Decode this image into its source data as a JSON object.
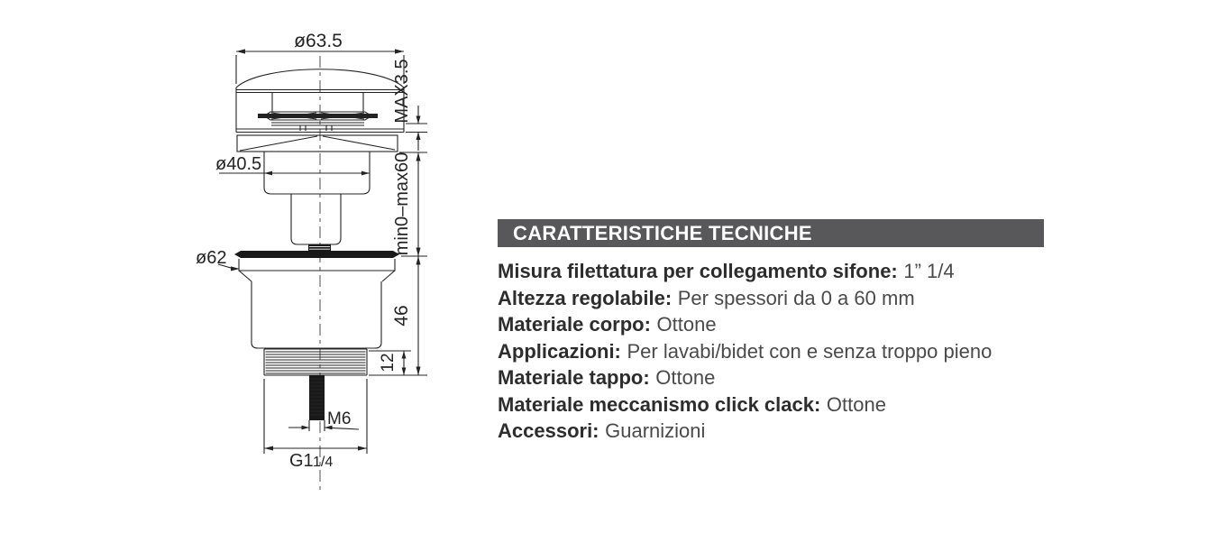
{
  "colors": {
    "header_bg": "#58585a",
    "header_text": "#ffffff",
    "line_ink": "#232323",
    "label_text": "#2d2d2d",
    "value_text": "#4a4a4a",
    "background": "#ffffff"
  },
  "drawing": {
    "labels": {
      "cap_diameter": "ø63.5",
      "cap_max": "MAX3.5",
      "mid_diameter": "ø40.5",
      "height_range": "min0–max60",
      "flange_diameter": "ø62",
      "body_height": "46",
      "thread_length": "12",
      "stud": "M6",
      "pipe_thread_main": "G1",
      "pipe_thread_frac": "1/4"
    }
  },
  "panel": {
    "header": {
      "title": "CARATTERISTICHE TECNICHE"
    },
    "specs": [
      {
        "label": "Misura filettatura per collegamento sifone:",
        "value": "1” 1/4"
      },
      {
        "label": "Altezza regolabile:",
        "value": "Per spessori da 0 a 60 mm"
      },
      {
        "label": "Materiale corpo:",
        "value": "Ottone"
      },
      {
        "label": "Applicazioni:",
        "value": "Per lavabi/bidet con e senza troppo pieno"
      },
      {
        "label": "Materiale tappo:",
        "value": "Ottone"
      },
      {
        "label": "Materiale meccanismo click clack:",
        "value": "Ottone"
      },
      {
        "label": "Accessori:",
        "value": "Guarnizioni"
      }
    ]
  }
}
